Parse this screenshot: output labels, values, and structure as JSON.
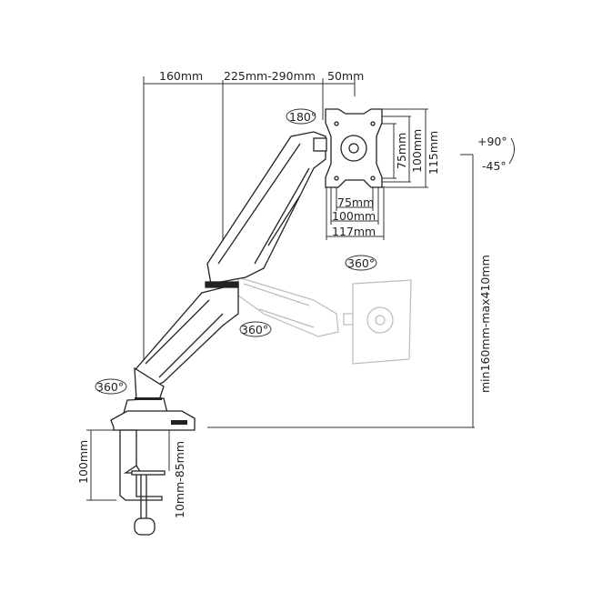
{
  "dimensions": {
    "pole_offset": "160mm",
    "arm_reach": "225mm-290mm",
    "head_offset": "50mm",
    "vesa_h75": "75mm",
    "vesa_h100": "100mm",
    "plate_h": "115mm",
    "vesa_w75": "75mm",
    "vesa_w100": "100mm",
    "plate_w": "117mm",
    "height_range": "min160mm-max410mm",
    "clamp_height": "100mm",
    "desk_thickness": "10mm-85mm"
  },
  "rotations": {
    "tilt_up": "+90°",
    "tilt_down": "-45°",
    "swivel_head": "180°",
    "rotate_plate": "360°",
    "rotate_elbow": "360°",
    "rotate_base": "360°"
  }
}
